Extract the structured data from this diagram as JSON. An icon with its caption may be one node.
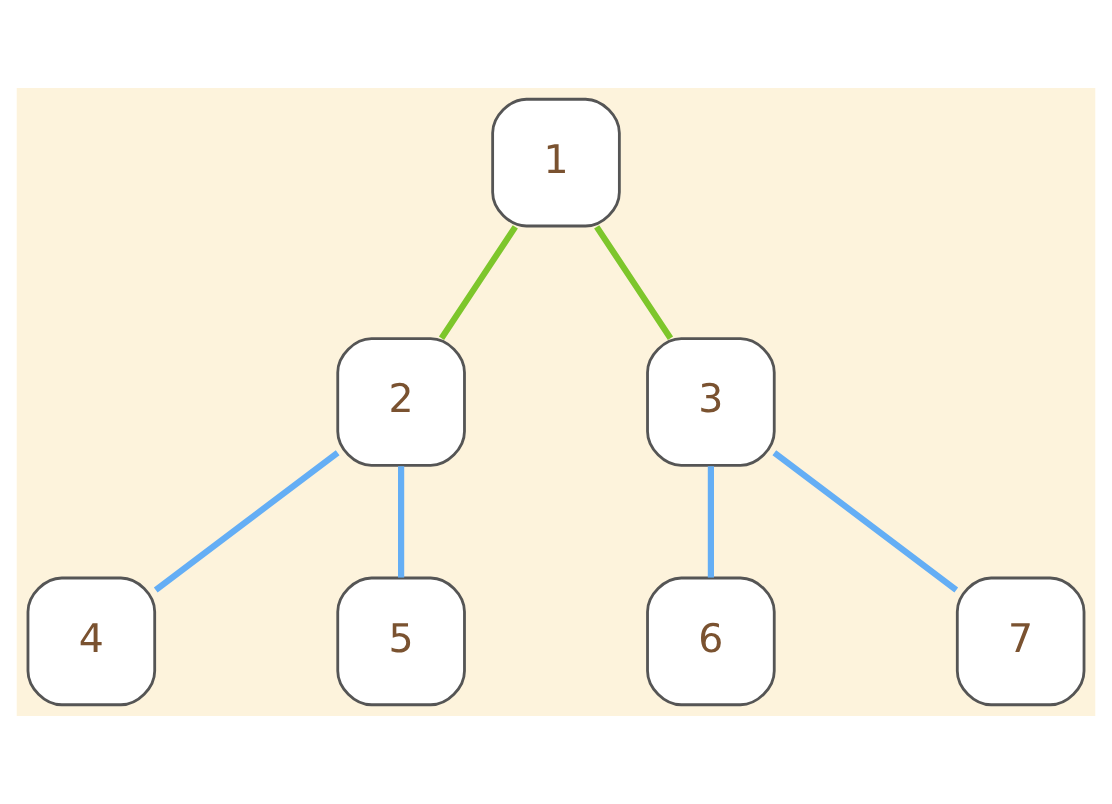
{
  "diagram": {
    "nodes": [
      {
        "text": [
          "1"
        ]
      },
      {
        "text": [
          "2"
        ]
      },
      {
        "text": [
          "3"
        ]
      },
      {
        "text": [
          "4"
        ]
      },
      {
        "text": [
          "5"
        ]
      },
      {
        "text": [
          "6"
        ]
      },
      {
        "text": [
          "7"
        ]
      }
    ],
    "edges": [
      {
        "from": 0,
        "to": 1,
        "arrow": "none",
        "color": "#7dc62b"
      },
      {
        "from": 0,
        "to": 2,
        "arrow": "none",
        "color": "#7dc62b"
      },
      {
        "from": 1,
        "to": 3,
        "arrow": "none"
      },
      {
        "from": 1,
        "to": 4,
        "arrow": "none"
      },
      {
        "from": 2,
        "to": 5,
        "arrow": "none"
      },
      {
        "from": 2,
        "to": 6,
        "arrow": "none"
      }
    ]
  }
}
